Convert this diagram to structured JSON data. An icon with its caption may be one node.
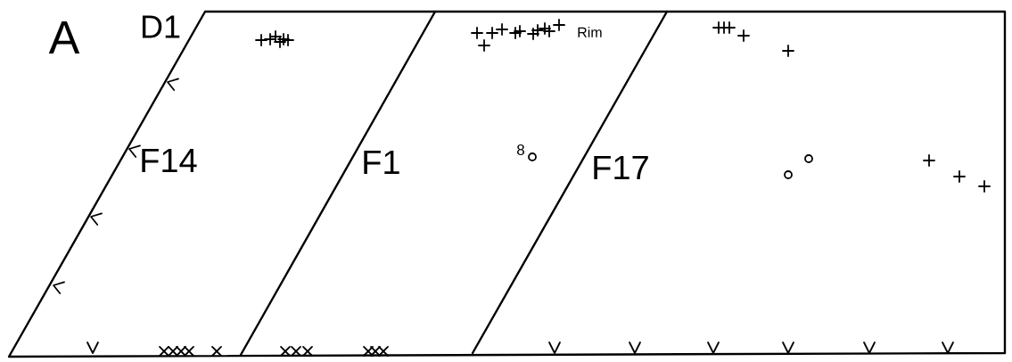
{
  "diagram": {
    "labels": [
      "A",
      "D1",
      "F14",
      "F1",
      "Rim",
      "8",
      "F17"
    ]
  }
}
